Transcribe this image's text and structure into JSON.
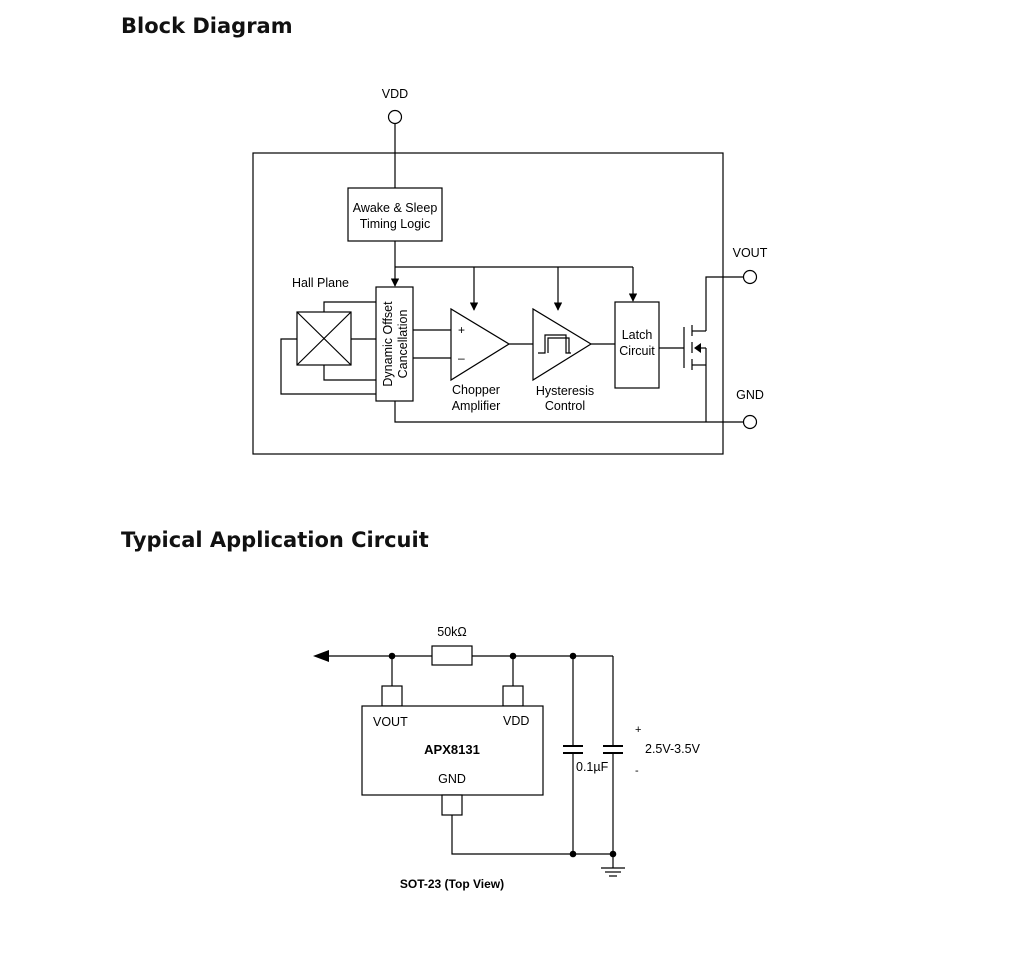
{
  "sections": {
    "block_diagram_title": "Block Diagram",
    "application_title": "Typical Application Circuit"
  },
  "block_diagram": {
    "vdd": "VDD",
    "vout": "VOUT",
    "gnd": "GND",
    "awake_line1": "Awake & Sleep",
    "awake_line2": "Timing Logic",
    "hall_plane": "Hall Plane",
    "doc_line1": "Dynamic Offset",
    "doc_line2": "Cancellation",
    "amp_plus": "+",
    "amp_minus": "–",
    "chopper_line1": "Chopper",
    "chopper_line2": "Amplifier",
    "hyst_line1": "Hysteresis",
    "hyst_line2": "Control",
    "latch_line1": "Latch",
    "latch_line2": "Circuit"
  },
  "application_circuit": {
    "resistor": "50kΩ",
    "ic_name": "APX8131",
    "vout": "VOUT",
    "vdd": "VDD",
    "gnd": "GND",
    "capacitor": "0.1µF",
    "supply_plus": "+",
    "supply_range": "2.5V-3.5V",
    "supply_minus": "-",
    "package": "SOT-23 (Top View)"
  }
}
